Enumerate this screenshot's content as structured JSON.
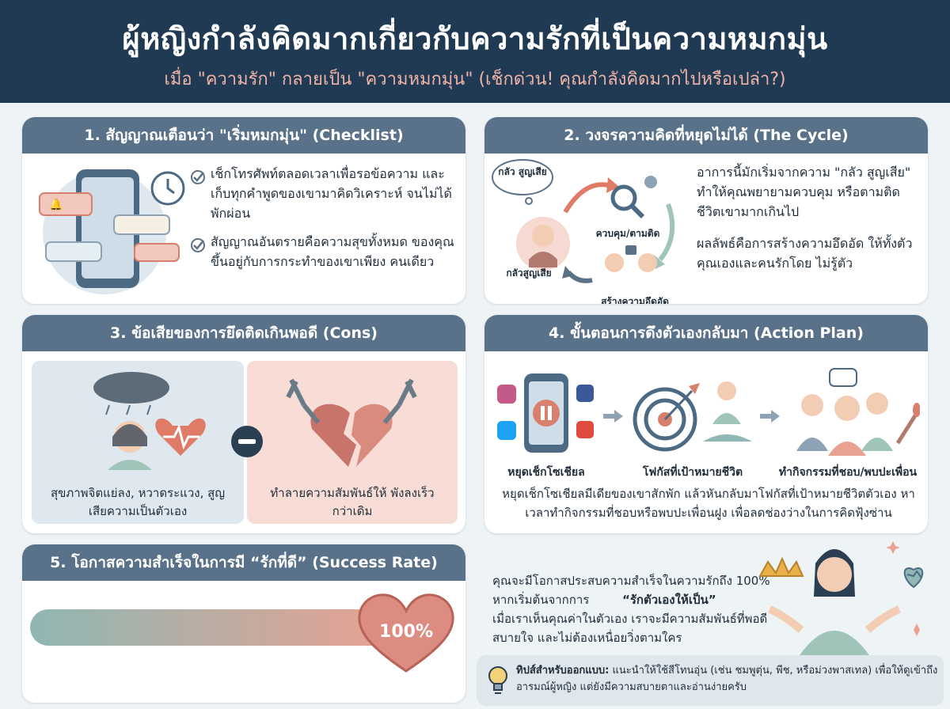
{
  "header": {
    "title": "ผู้หญิงกำลังคิดมากเกี่ยวกับความรักที่เป็นความหมกมุ่น",
    "subtitle": "เมื่อ \"ความรัก\" กลายเป็น \"ความหมกมุ่น\" (เช็กด่วน! คุณกำลังคิดมากไปหรือเปล่า?)"
  },
  "section1": {
    "heading": "1. สัญญาณเตือนว่า \"เริ่มหมกมุ่น\" (Checklist)",
    "items": [
      "เช็กโทรศัพท์ตลอดเวลาเพื่อรอข้อความ และเก็บทุกคำพูดของเขามาคิดวิเคราะห์ จนไม่ได้พักผ่อน",
      "สัญญาณอันตรายคือความสุขทั้งหมด ของคุณขึ้นอยู่กับการกระทำของเขาเพียง คนเดียว"
    ]
  },
  "section2": {
    "heading": "2. วงจรความคิดที่หยุดไม่ได้ (The Cycle)",
    "bubble": "กลัว สูญเสีย",
    "label_fear": "กลัวสูญเสีย",
    "label_control": "ควบคุม/ตามติด",
    "label_suffocate": "สร้างความอึดอัด",
    "text1": "อาการนี้มักเริ่มจากความ \"กลัว สูญเสีย\" ทำให้คุณพยายามควบคุม หรือตามติดชีวิตเขามากเกินไป",
    "text2": "ผลลัพธ์คือการสร้างความอึดอัด ให้ทั้งตัวคุณเองและคนรักโดย ไม่รู้ตัว"
  },
  "section3": {
    "heading": "3. ข้อเสียของการยึดติดเกินพอดี (Cons)",
    "left_caption": "สุขภาพจิตแย่ลง, หวาดระแวง, สูญเสียความเป็นตัวเอง",
    "right_caption": "ทำลายความสัมพันธ์ให้ พังลงเร็วกว่าเดิม"
  },
  "section4": {
    "heading": "4. ขั้นตอนการดึงตัวเองกลับมา (Action Plan)",
    "step1": "หยุดเช็กโซเชียล",
    "step2": "โฟกัสที่เป้าหมายชีวิต",
    "step3": "ทำกิจกรรมที่ชอบ/พบปะเพื่อน",
    "description": "หยุดเช็กโซเชียลมีเดียของเขาสักพัก แล้วหันกลับมาโฟกัสที่เป้าหมายชีวิตตัวเอง หาเวลาทำกิจกรรมที่ชอบหรือพบปะเพื่อนฝูง เพื่อลดช่องว่างในการคิดฟุ้งซ่าน"
  },
  "section5": {
    "heading": "5. โอกาสความสำเร็จในการมี “รักที่ดี” (Success Rate)",
    "progress_label": "100%",
    "progress_value": 1.0,
    "text_a": "คุณจะมีโอกาสประสบความสำเร็จในความรักถึง 100% หากเริ่มต้นจากการ",
    "text_b": "“รักตัวเองให้เป็น”",
    "text_c": "เมื่อเราเห็นคุณค่าในตัวเอง เราจะมีความสัมพันธ์ที่พอดี สบายใจ และไม่ต้องเหนื่อยวิ่งตามใคร"
  },
  "tip": {
    "label": "ทิปส์สำหรับออกแบบ:",
    "text": "แนะนำให้ใช้สีโทนอุ่น (เช่น ชมพูตุ่น, พีช, หรือม่วงพาสเทล) เพื่อให้ดูเข้าถึงอารมณ์ผู้หญิง แต่ยังมีความสบายตาและอ่านง่ายครับ"
  },
  "colors": {
    "header_bg": "#1f3a52",
    "card_head": "#59728a",
    "accent_pink": "#e9a191",
    "accent_teal": "#8fb7b3"
  }
}
